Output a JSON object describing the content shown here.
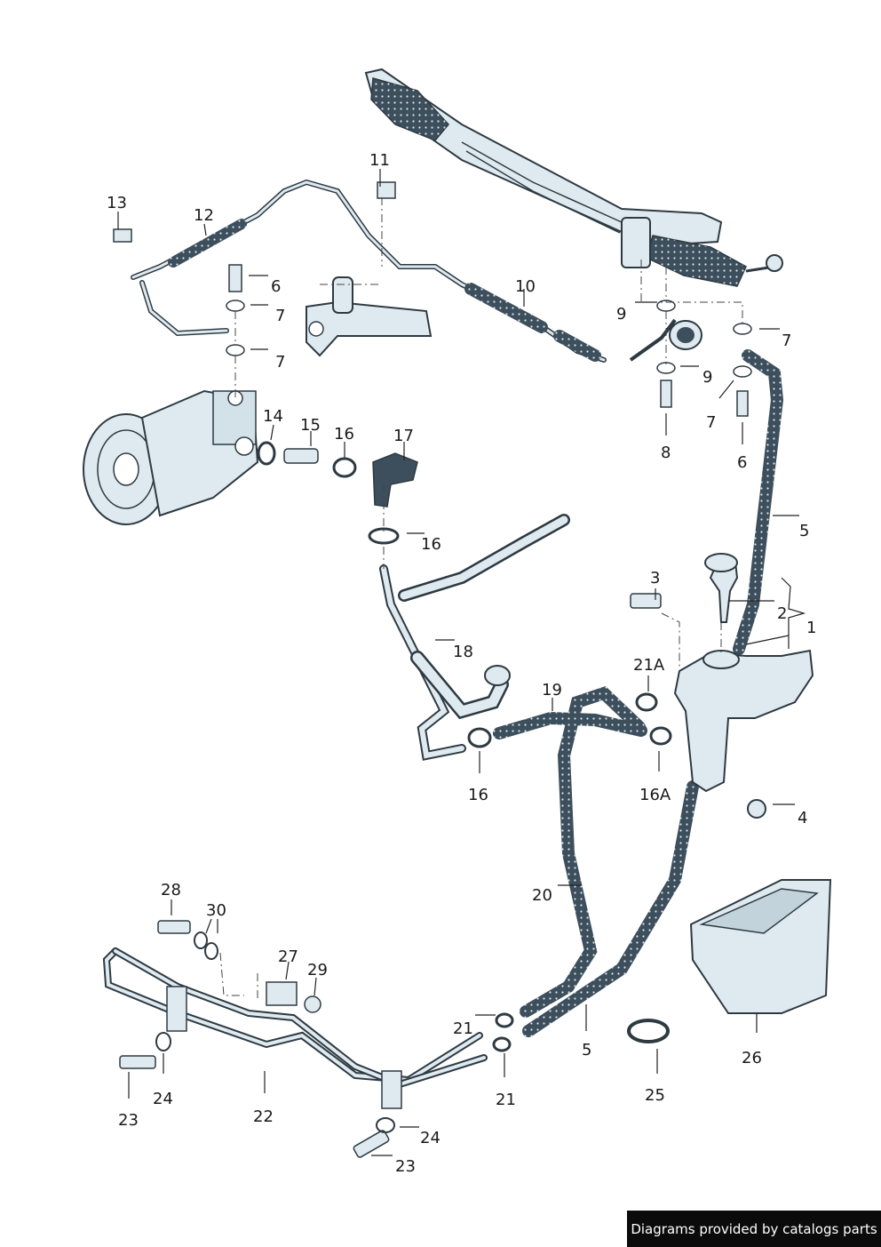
{
  "parts": {
    "p1": "1",
    "p2": "2",
    "p3": "3",
    "p4": "4",
    "p5a": "5",
    "p5b": "5",
    "p6a": "6",
    "p6b": "6",
    "p7a": "7",
    "p7b": "7",
    "p7c": "7",
    "p7d": "7",
    "p8": "8",
    "p9a": "9",
    "p9b": "9",
    "p10": "10",
    "p11": "11",
    "p12": "12",
    "p13": "13",
    "p14": "14",
    "p15": "15",
    "p16a": "16",
    "p16b": "16",
    "p16c": "16",
    "p16A": "16A",
    "p17": "17",
    "p18": "18",
    "p19": "19",
    "p20": "20",
    "p21a": "21",
    "p21b": "21",
    "p21A": "21A",
    "p22": "22",
    "p23a": "23",
    "p23b": "23",
    "p24a": "24",
    "p24b": "24",
    "p25": "25",
    "p26": "26",
    "p27": "27",
    "p28": "28",
    "p29": "29",
    "p30": "30"
  },
  "credit": "Diagrams provided by catalogs parts",
  "colors": {
    "hose": "#3d4f5c",
    "part_fill": "#dde9ef",
    "part_stroke": "#2e3a42",
    "hose_dots": "#c9dbe3"
  }
}
